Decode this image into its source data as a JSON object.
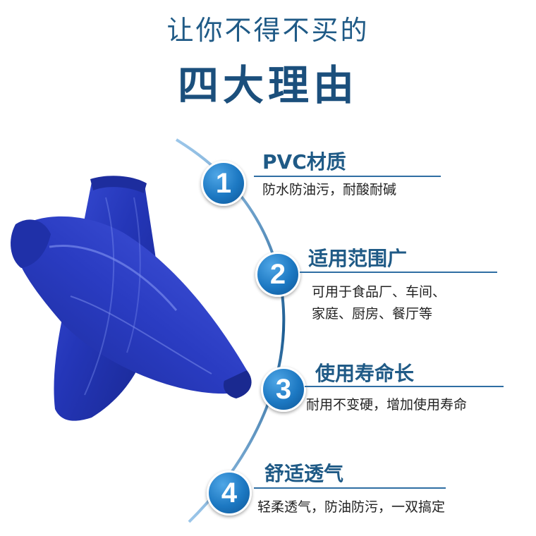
{
  "header": {
    "title_line1": "让你不得不买的",
    "title_line2": "四大理由"
  },
  "reasons": [
    {
      "number": "1",
      "title": "PVC材质",
      "desc": [
        "防水防油污，耐酸耐碱"
      ]
    },
    {
      "number": "2",
      "title": "适用范围广",
      "desc": [
        "可用于食品厂、车间、",
        "家庭、厨房、餐厅等"
      ]
    },
    {
      "number": "3",
      "title": "使用寿命长",
      "desc": [
        "耐用不变硬，增加使用寿命"
      ]
    },
    {
      "number": "4",
      "title": "舒适透气",
      "desc": [
        "轻柔透气，防油防污，一双搞定"
      ]
    }
  ],
  "colors": {
    "title": "#1f5a86",
    "accent": "#1c78c2",
    "product": "#2a3fc0"
  }
}
